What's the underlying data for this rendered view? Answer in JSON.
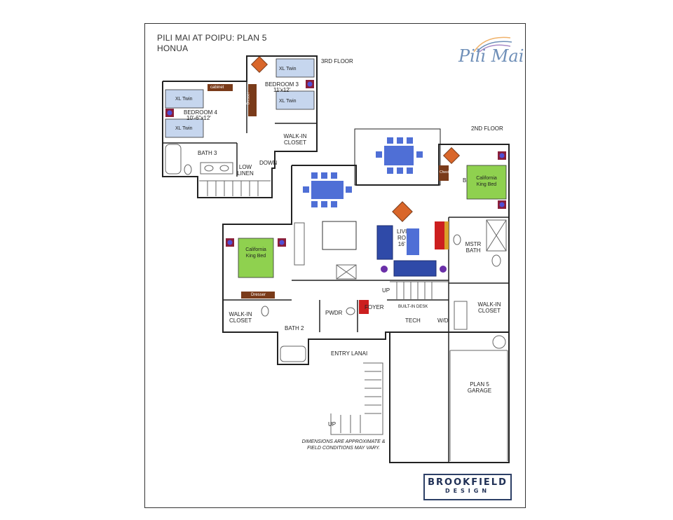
{
  "title": {
    "line1": "PILI MAI AT POIPU: PLAN 5",
    "line2": "HONUA"
  },
  "logo": {
    "text": "Pili Mai",
    "color": "#6f8fb8"
  },
  "brand": {
    "line1": "BROOKFIELD",
    "line2": "DESIGN"
  },
  "floors": {
    "third": "3RD FLOOR",
    "second": "2ND FLOOR"
  },
  "rooms": {
    "bedroom3": "BEDROOM 3",
    "bedroom3_dim": "11'x12'",
    "bedroom4": "BEDROOM 4",
    "bedroom4_dim": "10'-6\"x12'",
    "bath3": "BATH 3",
    "walkin_closet_3": "WALK-IN CLOSET",
    "low_linen": "LOW LINEN",
    "down": "DOWN",
    "bedroom2_partial": "B",
    "living": "LIVI RO 16'",
    "mstr_bath": "MSTR BATH",
    "walkin_closet_master": "WALK-IN CLOSET",
    "walkin_closet_2": "WALK-IN CLOSET",
    "bath2": "BATH 2",
    "pwdr": "PWDR",
    "foyer": "FOYER",
    "tech": "TECH",
    "wd": "W/D",
    "built_in_desk": "BUILT-IN DESK",
    "entry_lanai": "ENTRY LANAI",
    "garage": "PLAN 5 GARAGE",
    "up1": "UP",
    "up2": "UP"
  },
  "furniture": {
    "xl_twin": "XL Twin",
    "california_king": "California King Bed",
    "dresser": "Dresser",
    "cabinet": "cabinet",
    "chest": "Chest"
  },
  "note": "DIMENSIONS ARE APPROXIMATE & FIELD CONDITIONS MAY VARY.",
  "colors": {
    "bed_blue": "#c6d6ee",
    "bed_green": "#8fd14f",
    "furniture_blue": "#4f6fd6",
    "sofa_navy": "#2f4aa8",
    "wood": "#7a3b1a",
    "accent_orange": "#d9662a",
    "accent_red": "#cc1f1f"
  }
}
